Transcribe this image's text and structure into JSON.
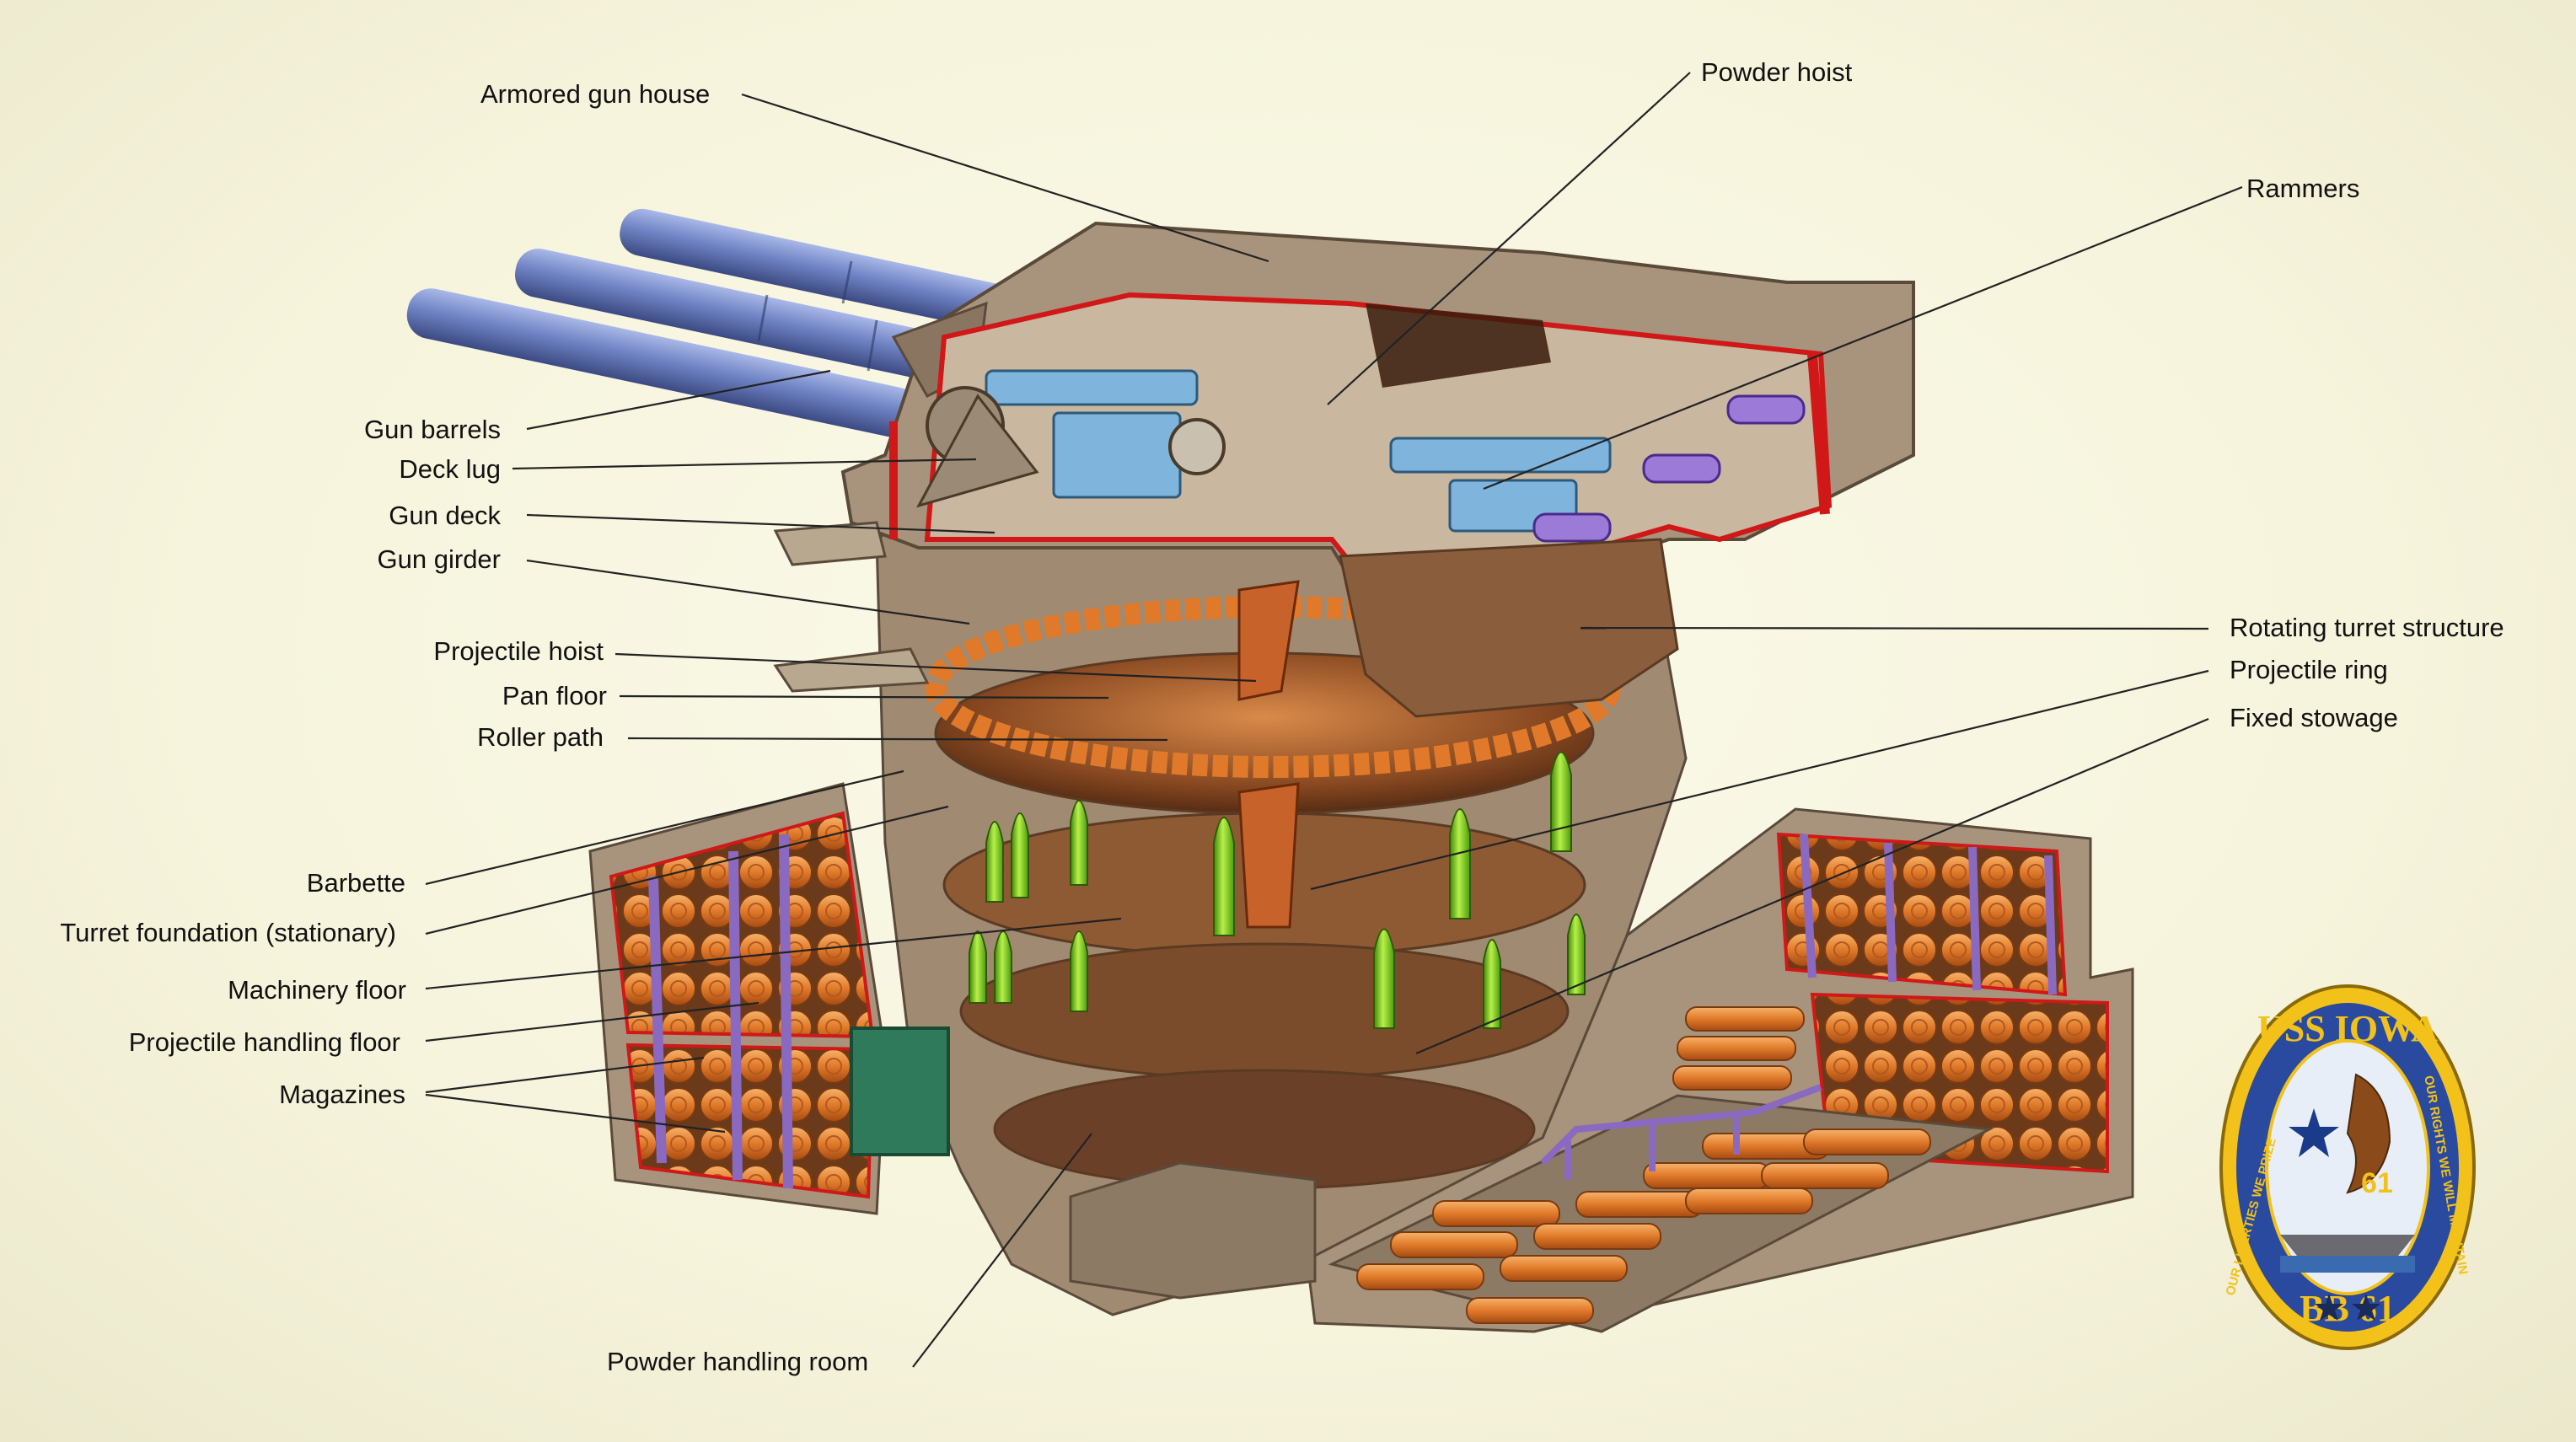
{
  "labels": {
    "armored_gun_house": "Armored gun house",
    "powder_hoist": "Powder hoist",
    "rammers": "Rammers",
    "gun_barrels": "Gun barrels",
    "deck_lug": "Deck lug",
    "gun_deck": "Gun deck",
    "gun_girder": "Gun girder",
    "projectile_hoist": "Projectile hoist",
    "pan_floor": "Pan floor",
    "roller_path": "Roller path",
    "rotating_turret_structure": "Rotating turret structure",
    "projectile_ring": "Projectile ring",
    "fixed_stowage": "Fixed stowage",
    "barbette": "Barbette",
    "turret_foundation": "Turret foundation (stationary)",
    "machinery_floor": "Machinery floor",
    "projectile_handling_floor": "Projectile handling floor",
    "magazines": "Magazines",
    "powder_handling_room": "Powder handling room"
  },
  "seal": {
    "ring_left": "OUR LIBERTIES WE PRIZE",
    "ring_right": "OUR RIGHTS WE WILL MAINTAIN",
    "top": "USS IOWA",
    "bottom": "BB 61",
    "hull_number": "61"
  },
  "colors": {
    "structure": "#a8947c",
    "structure_dark": "#7c6a56",
    "armor_cut": "#d01818",
    "barrel": "#6f83c4",
    "projectile": "#77d21a",
    "powder_bag": "#e07a2a",
    "magazine_frame": "#8a6ac0",
    "machinery": "#7fb4dc",
    "seal_blue": "#2a4aa0",
    "seal_gold": "#f2c21a"
  }
}
